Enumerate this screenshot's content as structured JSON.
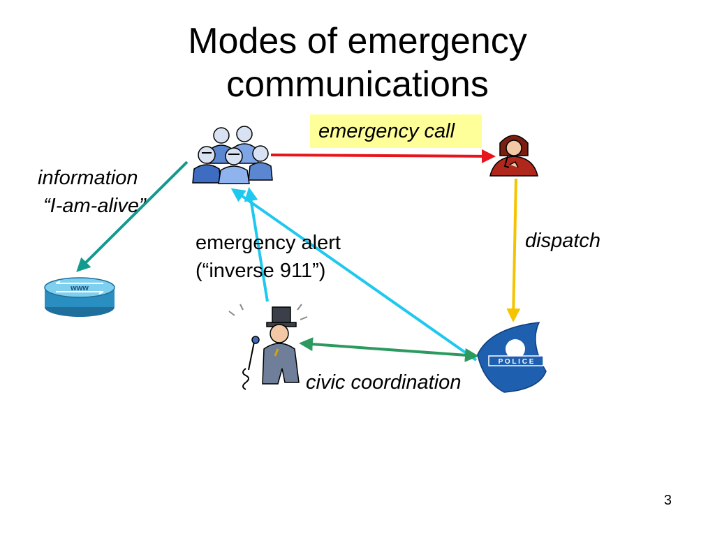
{
  "slide": {
    "title_line1": "Modes of emergency",
    "title_line2": "communications",
    "page_number": "3"
  },
  "labels": {
    "emergency_call": "emergency call",
    "information": "information",
    "i_am_alive": "“I-am-alive”",
    "emergency_alert": "emergency alert",
    "inverse_911": "(“inverse 911”)",
    "dispatch": "dispatch",
    "civic_coordination": "civic coordination"
  },
  "icons": {
    "router_text": "www",
    "police_text": "P O L I C E"
  },
  "colors": {
    "emergency_call_arrow": "#e8141b",
    "dispatch_arrow": "#f5c400",
    "information_arrow": "#139a8e",
    "alert_arrow": "#1fc8ee",
    "civic_arrow": "#2c9a5e",
    "highlight": "#ffff99",
    "police_blue": "#1f5fb0",
    "router_blue": "#2a8fc0"
  }
}
